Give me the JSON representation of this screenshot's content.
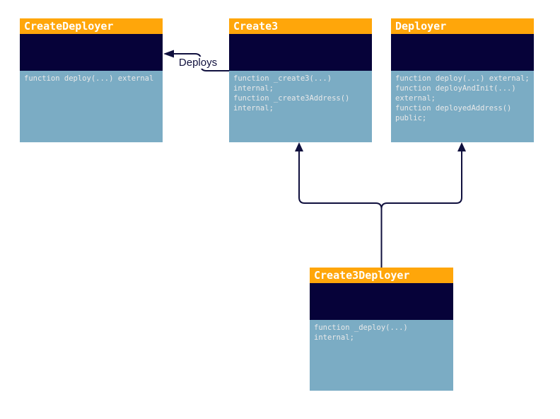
{
  "diagram": {
    "type": "class-diagram",
    "classes": [
      {
        "name": "CreateDeployer",
        "method_lines": [
          "function deploy(...) external"
        ]
      },
      {
        "name": "Create3",
        "method_lines": [
          "function _create3(...)",
          "internal;",
          "function _create3Address()",
          "internal;"
        ]
      },
      {
        "name": "Deployer",
        "method_lines": [
          "function deploy(...) external;",
          "function deployAndInit(...)",
          "external;",
          "function deployedAddress()",
          "public;"
        ]
      },
      {
        "name": "Create3Deployer",
        "method_lines": [
          "function _deploy(...)",
          "internal;"
        ]
      }
    ],
    "edges": [
      {
        "from": "Create3",
        "to": "CreateDeployer",
        "label": "Deploys"
      },
      {
        "from": "Create3Deployer",
        "to": "Create3",
        "label": ""
      },
      {
        "from": "Create3Deployer",
        "to": "Deployer",
        "label": ""
      }
    ]
  },
  "colors": {
    "canvas_bg": "#ffffff",
    "class_header_bg": "#ffa60a",
    "class_fields_bg": "#060239",
    "class_methods_bg": "#7bacc4",
    "class_title_text": "#ffffff",
    "method_text": "#e9e9e9",
    "edge_color": "#10103e",
    "edge_label_bg": "#ffffff"
  }
}
